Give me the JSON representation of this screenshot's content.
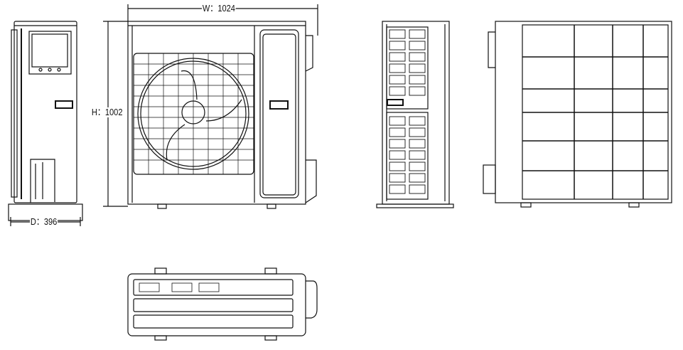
{
  "dimensions": {
    "width_label": "W：1024",
    "height_label": "H：1002",
    "depth_label": "D：396"
  },
  "colors": {
    "line": "#111111",
    "background": "#ffffff"
  }
}
